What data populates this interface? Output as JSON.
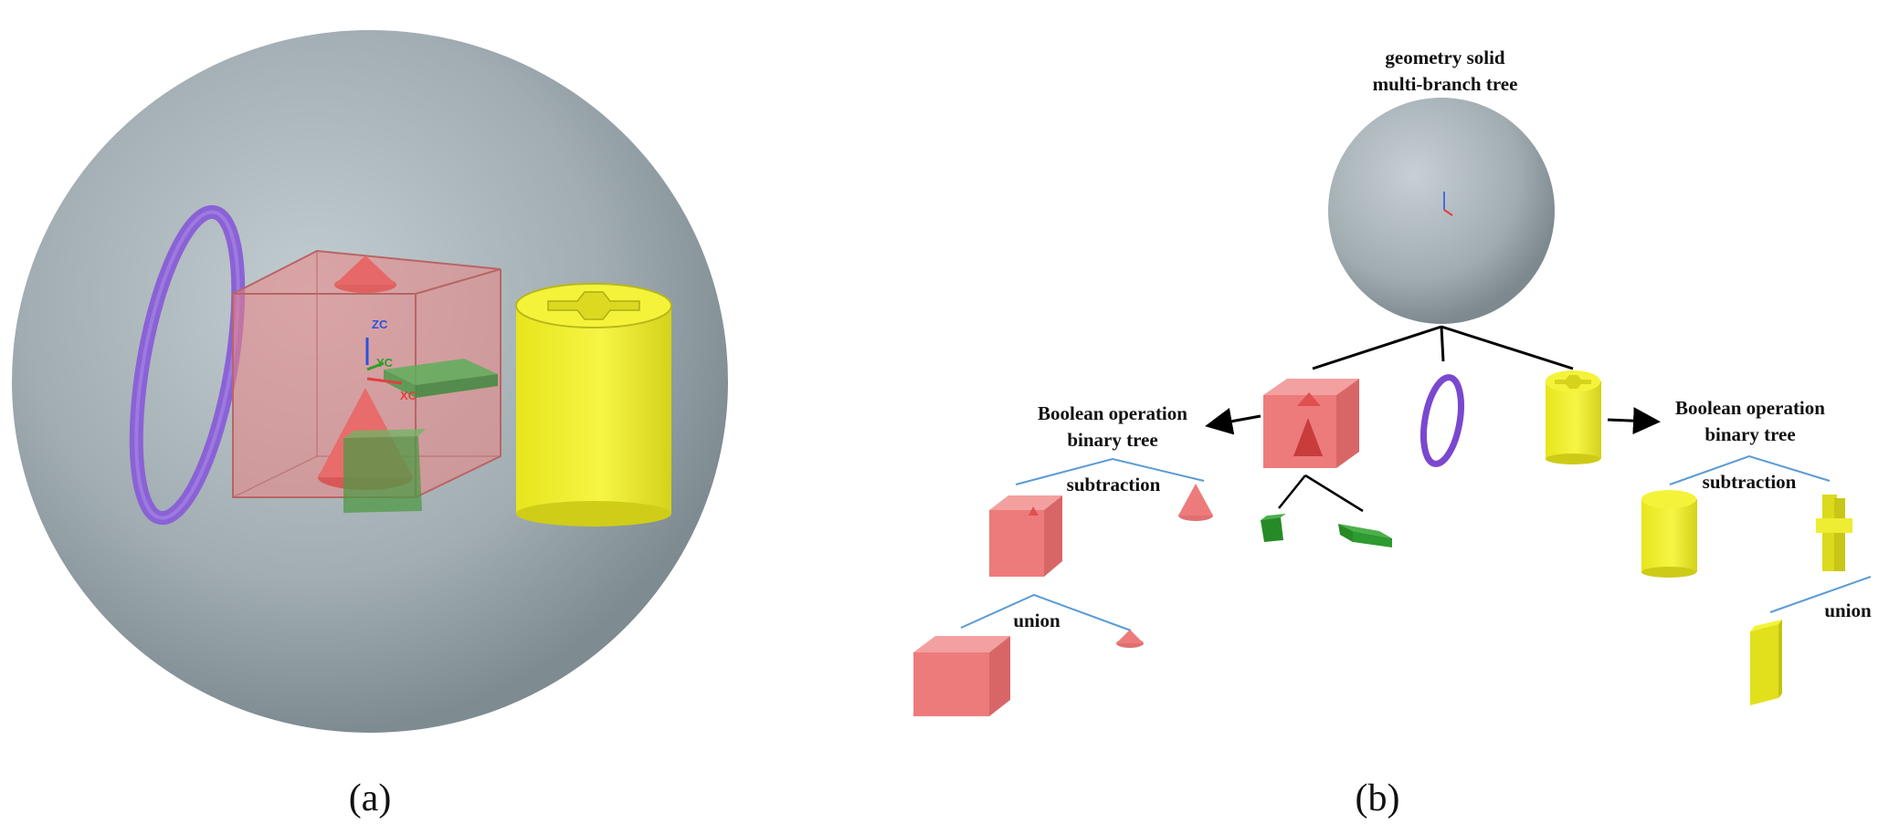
{
  "captions": {
    "a": "(a)",
    "b": "(b)"
  },
  "axes_labels": {
    "z": "ZC",
    "y": "YC",
    "x": "XC"
  },
  "labels": {
    "top_title_line1": "geometry solid",
    "top_title_line2": "multi-branch tree",
    "left_bool_line1": "Boolean operation",
    "left_bool_line2": "binary tree",
    "right_bool_line1": "Boolean operation",
    "right_bool_line2": "binary tree",
    "left_subtraction": "subtraction",
    "left_union": "union",
    "right_subtraction": "subtraction",
    "right_union": "union"
  },
  "colors": {
    "sphere": "#a4b0b5",
    "box_red": "#ee7f7f",
    "ring_purple": "#8e63d9",
    "cylinder_yellow": "#f0ef2c",
    "plate_green": "#2f9a2f",
    "tree_line": "#5b9bd5"
  }
}
